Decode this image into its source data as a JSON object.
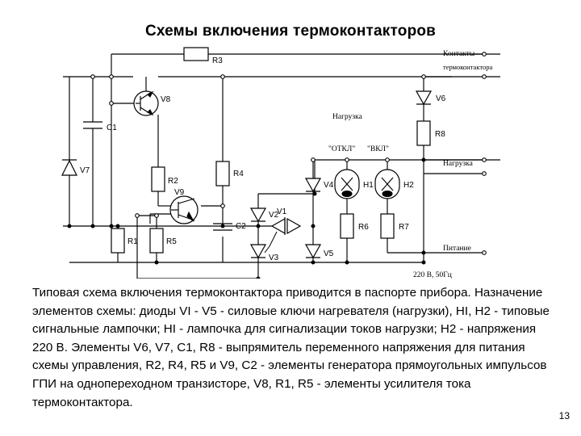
{
  "slide": {
    "title": "Схемы включения термоконтакторов",
    "page_number": "13"
  },
  "body_text": "Типовая схема включения термоконтактора приводится в паспорте прибора. Назначение элементов схемы: диоды VI - V5 - силовые ключи нагревателя (нагрузки), HI, H2 - типовые сигнальные лампочки; HI - лампочка для сигнализации токов нагрузки; H2 - напряжения 220 В. Элементы V6, V7, C1, R8 - выпрямитель переменного напряжения для питания схемы управления, R2, R4, R5 и V9, C2 - элементы генератора прямоугольных импульсов ГПИ на однопереходном транзисторе, V8, R1, R5 - элементы усилителя тока термоконтактора.",
  "circuit": {
    "resistors": [
      {
        "id": "R3",
        "label": "R3"
      },
      {
        "id": "R4",
        "label": "R4"
      },
      {
        "id": "R2",
        "label": "R2"
      },
      {
        "id": "R1",
        "label": "R1"
      },
      {
        "id": "R5",
        "label": "R5"
      },
      {
        "id": "R8",
        "label": "R8"
      },
      {
        "id": "R6",
        "label": "R6"
      },
      {
        "id": "R7",
        "label": "R7"
      }
    ],
    "capacitors": [
      {
        "id": "C1",
        "label": "C1"
      },
      {
        "id": "C2",
        "label": "C2"
      }
    ],
    "diodes": [
      {
        "id": "V7",
        "label": "V7"
      },
      {
        "id": "V2",
        "label": "V2"
      },
      {
        "id": "V3",
        "label": "V3"
      },
      {
        "id": "V4",
        "label": "V4"
      },
      {
        "id": "V5",
        "label": "V5"
      },
      {
        "id": "V6",
        "label": "V6"
      }
    ],
    "thyristor": {
      "id": "V1",
      "label": "V1"
    },
    "transistors": [
      {
        "id": "V8",
        "label": "V8"
      },
      {
        "id": "V9",
        "label": "V9"
      }
    ],
    "lamps": [
      {
        "id": "H1",
        "label": "H1"
      },
      {
        "id": "H2",
        "label": "H2"
      }
    ],
    "annotations": {
      "contacts": "Контакты",
      "contacts2": "термоконтактора",
      "load_center": "Нагрузка",
      "off_label": "\"ОТКЛ\"",
      "on_label": "\"ВКЛ\"",
      "load_right": "Нагрузка",
      "supply": "Питание",
      "mains": "220 В,  50Гц"
    }
  }
}
